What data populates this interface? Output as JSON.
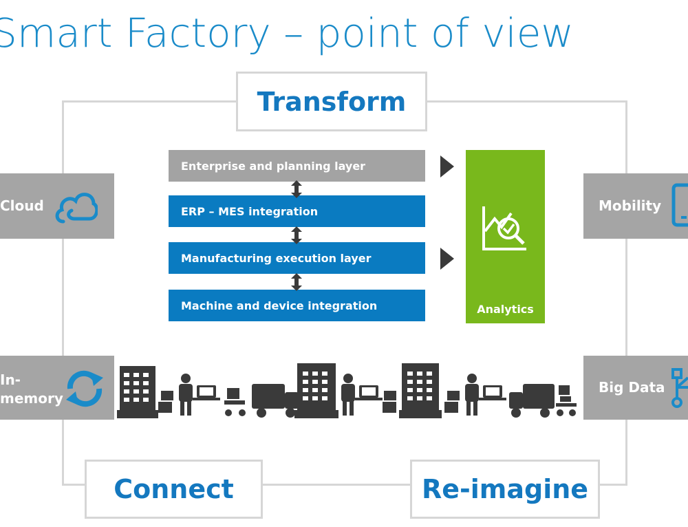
{
  "title": "Smart Factory – point of view",
  "labels": {
    "transform": "Transform",
    "connect": "Connect",
    "reimagine": "Re-imagine"
  },
  "layers": [
    "Enterprise and planning layer",
    "ERP – MES integration",
    "Manufacturing execution layer",
    "Machine and device integration"
  ],
  "analytics": {
    "label": "Analytics",
    "icon": "analytics-chart-icon"
  },
  "side_boxes": {
    "cloud": {
      "label": "Cloud",
      "icon": "cloud-icon"
    },
    "in_memory": {
      "label": "In-\nmemory",
      "icon": "refresh-cycle-icon"
    },
    "mobility": {
      "label": "Mobility",
      "icon": "mobile-device-icon"
    },
    "big_data": {
      "label": "Big Data",
      "icon": "network-nodes-icon"
    }
  },
  "colors": {
    "title_blue": "#1a8bc9",
    "label_blue": "#1478bf",
    "layer_blue": "#0a7bc1",
    "layer_gray": "#a3a3a3",
    "analytics_green": "#79b81c",
    "side_gray": "#a5a5a5",
    "frame_gray": "#d6d6d6",
    "icon_dark": "#3a3a3a"
  }
}
